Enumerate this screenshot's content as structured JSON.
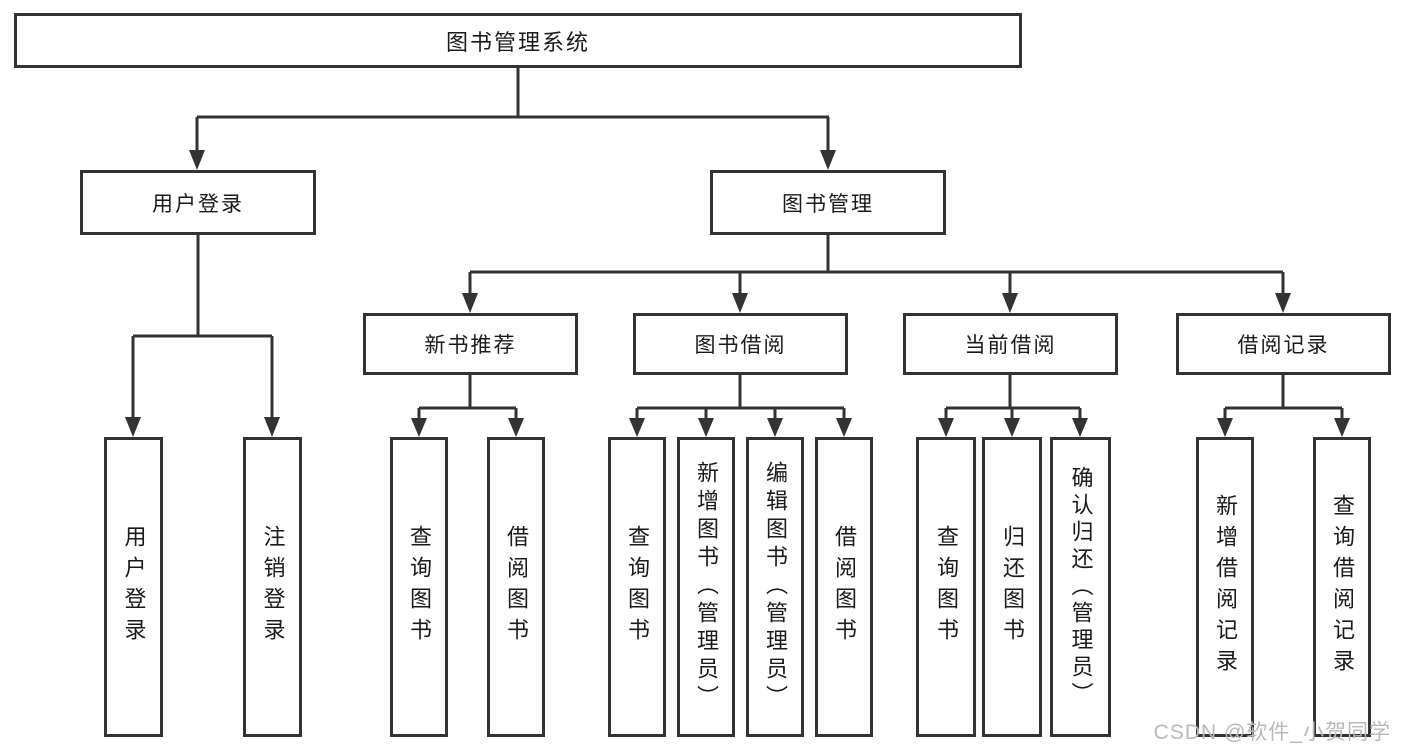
{
  "tree": {
    "root": {
      "label": "图书管理系统"
    },
    "children": [
      {
        "label": "用户登录",
        "children": [
          {
            "label": "用户登录"
          },
          {
            "label": "注销登录"
          }
        ]
      },
      {
        "label": "图书管理",
        "children": [
          {
            "label": "新书推荐",
            "children": [
              {
                "label": "查询图书"
              },
              {
                "label": "借阅图书"
              }
            ]
          },
          {
            "label": "图书借阅",
            "children": [
              {
                "label": "查询图书"
              },
              {
                "label": "新增图书（管理员）"
              },
              {
                "label": "编辑图书（管理员）"
              },
              {
                "label": "借阅图书"
              }
            ]
          },
          {
            "label": "当前借阅",
            "children": [
              {
                "label": "查询图书"
              },
              {
                "label": "归还图书"
              },
              {
                "label": "确认归还（管理员）"
              }
            ]
          },
          {
            "label": "借阅记录",
            "children": [
              {
                "label": "新增借阅记录"
              },
              {
                "label": "查询借阅记录"
              }
            ]
          }
        ]
      }
    ]
  },
  "watermark": {
    "text": "CSDN @软件_小贺同学"
  },
  "colors": {
    "line": "#333333",
    "text": "#1a1a1a",
    "watermark": "#b9b9bd",
    "background": "#ffffff"
  }
}
